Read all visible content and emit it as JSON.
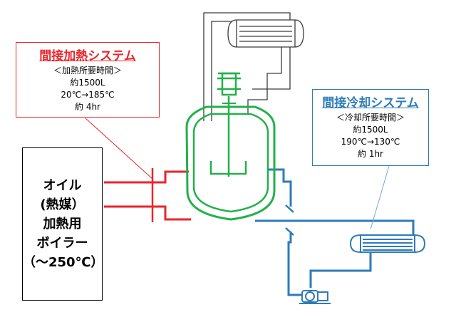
{
  "heating": {
    "title": "間接加熱システム",
    "lines": [
      "＜加熱所要時間＞",
      "約1500L",
      "20℃→185℃",
      "約 4hr"
    ],
    "color": "#e8262c"
  },
  "cooling": {
    "title": "間接冷却システム",
    "lines": [
      "＜冷却所要時間＞",
      "約1500L",
      "190℃→130℃",
      "約 1hr"
    ],
    "color": "#2e7bb8"
  },
  "boiler": {
    "lines": [
      "オイル",
      "(熱媒）",
      "加熱用",
      "ボイラー",
      "（～250℃）"
    ]
  },
  "colors": {
    "reactor": "#22b04a",
    "heating_pipe": "#e8262c",
    "cooling_pipe": "#2e7bb8",
    "structure": "#3c3c3c"
  },
  "icons": [
    "reactor-vessel-icon",
    "agitator-motor-icon",
    "condenser-icon",
    "heat-exchanger-icon",
    "pump-icon",
    "valve-icon"
  ]
}
